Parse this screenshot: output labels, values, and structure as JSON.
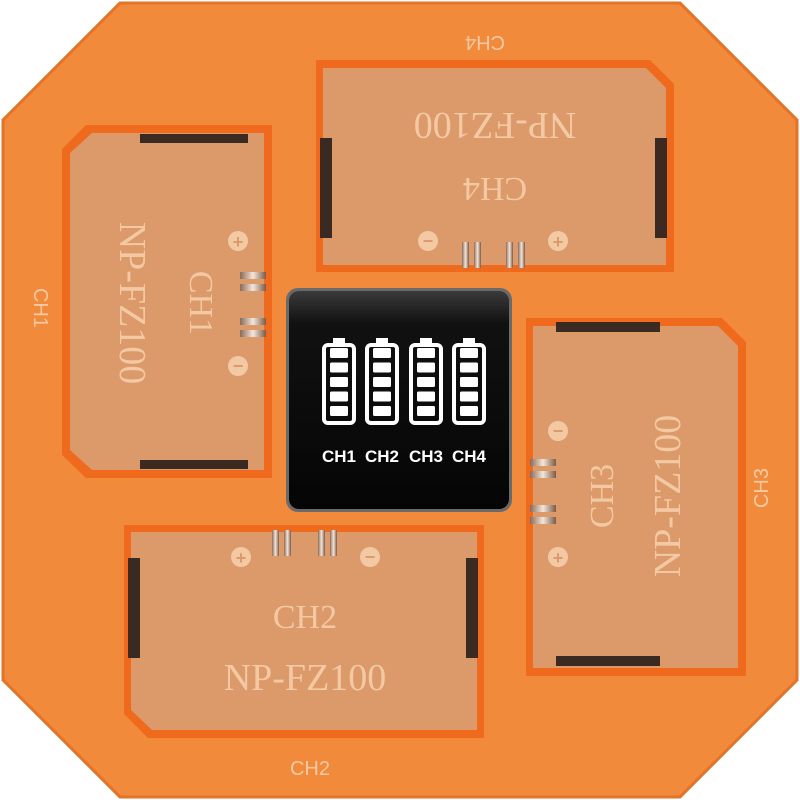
{
  "device": {
    "colors": {
      "body": "#f28a3c",
      "body_edge": "#e2742a",
      "bay_fill": "#dc9a6a",
      "bay_rim": "#f06a1e",
      "engraving": "#f3c9a4",
      "terminal": "#3a2a22",
      "screen": "#0c0c0c",
      "screen_text": "#ffffff"
    },
    "channels": [
      {
        "edge_label": "CH1",
        "bay_label": "CH1",
        "model": "NP-FZ100",
        "plus": "+",
        "minus": "−"
      },
      {
        "edge_label": "CH2",
        "bay_label": "CH2",
        "model": "NP-FZ100",
        "plus": "+",
        "minus": "−"
      },
      {
        "edge_label": "CH3",
        "bay_label": "CH3",
        "model": "NP-FZ100",
        "plus": "+",
        "minus": "−"
      },
      {
        "edge_label": "CH4",
        "bay_label": "CH4",
        "model": "NP-FZ100",
        "plus": "+",
        "minus": "−"
      }
    ],
    "display": {
      "labels": [
        "CH1",
        "CH2",
        "CH3",
        "CH4"
      ],
      "battery_icons": [
        "battery-full-icon",
        "battery-full-icon",
        "battery-full-icon",
        "battery-full-icon"
      ],
      "charge_levels": [
        1,
        1,
        1,
        1
      ]
    }
  }
}
